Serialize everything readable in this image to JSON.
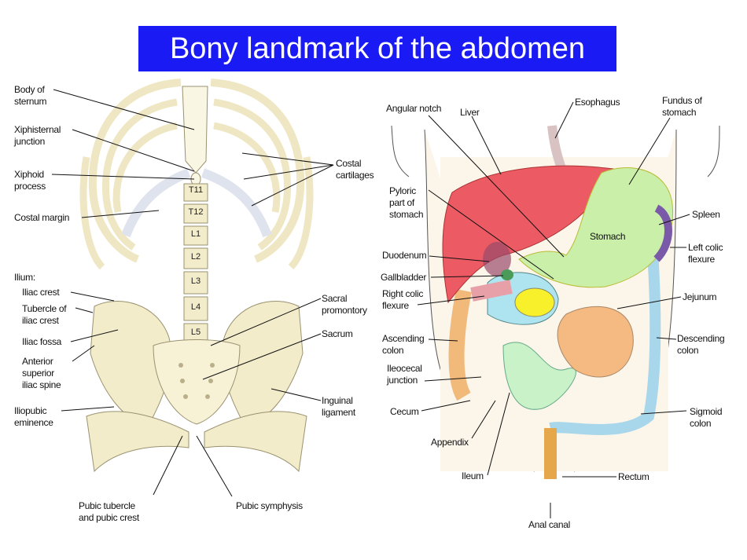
{
  "title": "Bony landmark of the abdomen",
  "colors": {
    "title_bg": "#1a1af5",
    "bone": "#f3eccb",
    "cartilage": "#dfe3ee",
    "liver": "#ec5a64",
    "stomach": "#c9efa8"
  },
  "skeleton": {
    "vertebrae": [
      "T11",
      "T12",
      "L1",
      "L2",
      "L3",
      "L4",
      "L5"
    ],
    "labels": {
      "body_of_sternum": [
        "Body of",
        "sternum"
      ],
      "xiphisternal_junction": [
        "Xiphisternal",
        "junction"
      ],
      "xiphoid_process": [
        "Xiphoid",
        "process"
      ],
      "costal_margin": [
        "Costal margin"
      ],
      "ilium": [
        "Ilium:"
      ],
      "iliac_crest": [
        "Iliac crest"
      ],
      "tubercle": [
        "Tubercle of",
        "iliac crest"
      ],
      "iliac_fossa": [
        "Iliac fossa"
      ],
      "asis": [
        "Anterior",
        "superior",
        "iliac spine"
      ],
      "iliopubic": [
        "Iliopubic",
        "eminence"
      ],
      "pubic_tubercle": [
        "Pubic tubercle",
        "and pubic crest"
      ],
      "pubic_symphysis": [
        "Pubic symphysis"
      ],
      "costal_cartilages": [
        "Costal",
        "cartilages"
      ],
      "sacral_promontory": [
        "Sacral",
        "promontory"
      ],
      "sacrum": [
        "Sacrum"
      ],
      "inguinal": [
        "Inguinal",
        "ligament"
      ]
    }
  },
  "organs": {
    "labels": {
      "angular_notch": [
        "Angular notch"
      ],
      "liver": [
        "Liver"
      ],
      "esophagus": [
        "Esophagus"
      ],
      "fundus": [
        "Fundus of",
        "stomach"
      ],
      "pyloric": [
        "Pyloric",
        "part of",
        "stomach"
      ],
      "spleen": [
        "Spleen"
      ],
      "stomach": [
        "Stomach"
      ],
      "left_colic": [
        "Left colic",
        "flexure"
      ],
      "duodenum": [
        "Duodenum"
      ],
      "gallbladder": [
        "Gallbladder"
      ],
      "right_colic": [
        "Right colic",
        "flexure"
      ],
      "jejunum": [
        "Jejunum"
      ],
      "ascending": [
        "Ascending",
        "colon"
      ],
      "descending": [
        "Descending",
        "colon"
      ],
      "ileocecal": [
        "Ileocecal",
        "junction"
      ],
      "cecum": [
        "Cecum"
      ],
      "sigmoid": [
        "Sigmoid",
        "colon"
      ],
      "appendix": [
        "Appendix"
      ],
      "ileum": [
        "Ileum"
      ],
      "rectum": [
        "Rectum"
      ],
      "anal_canal": [
        "Anal canal"
      ]
    }
  }
}
